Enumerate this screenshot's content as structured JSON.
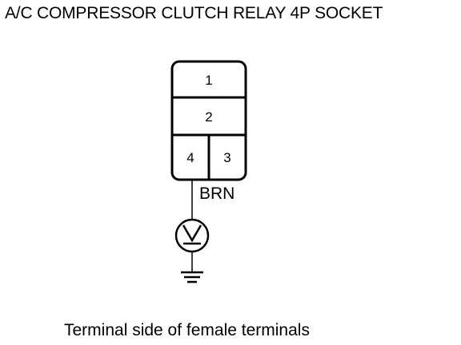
{
  "title": "A/C COMPRESSOR CLUTCH RELAY 4P SOCKET",
  "caption": "Terminal side of female terminals",
  "connector": {
    "terminals": [
      {
        "id": "1",
        "label": "1"
      },
      {
        "id": "2",
        "label": "2"
      },
      {
        "id": "4",
        "label": "4"
      },
      {
        "id": "3",
        "label": "3"
      }
    ]
  },
  "wire": {
    "color_label": "BRN"
  },
  "meter": {
    "symbol": "V"
  }
}
